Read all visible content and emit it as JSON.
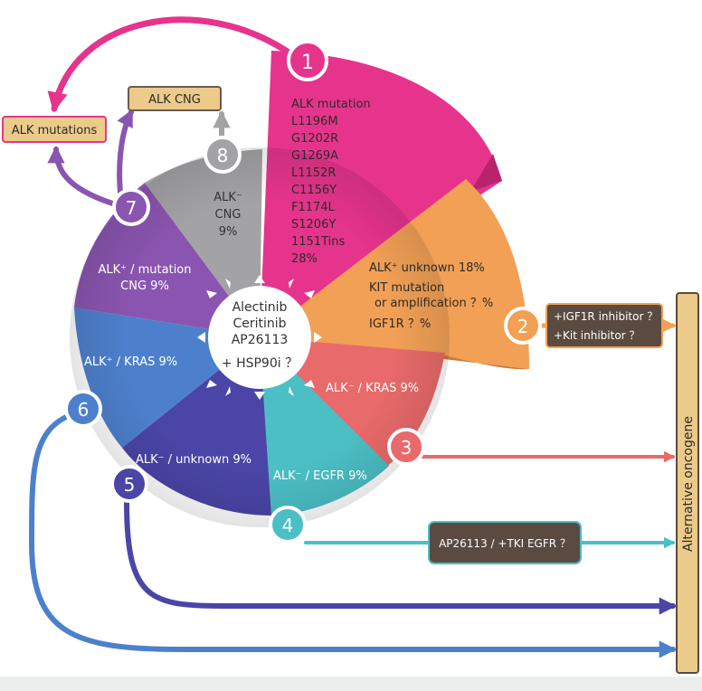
{
  "center": {
    "lines": [
      "Alectinib",
      "Ceritinib",
      "AP26113",
      "+ HSP90i ？"
    ]
  },
  "segments": [
    {
      "number": "1",
      "color": "#e6348d",
      "lines": [
        "ALK mutation",
        "L1196M",
        "G1202R",
        "G1269A",
        "L1152R",
        "C1156Y",
        "F1174L",
        "S1206Y",
        "1151Tins",
        "28%"
      ]
    },
    {
      "number": "2",
      "color": "#f2a055",
      "lines": [
        "ALK⁺ unknown 18%",
        "KIT mutation",
        "or amplification ？%",
        "IGF1R ？%"
      ]
    },
    {
      "number": "3",
      "color": "#e96a6a",
      "lines": [
        "ALK⁻ / KRAS 9%"
      ]
    },
    {
      "number": "4",
      "color": "#4bbfc5",
      "lines": [
        "ALK⁻ / EGFR 9%"
      ]
    },
    {
      "number": "5",
      "color": "#4a45a6",
      "lines": [
        "ALK⁻ / unknown 9%"
      ]
    },
    {
      "number": "6",
      "color": "#4d80cc",
      "lines": [
        "ALK⁺ / KRAS 9%"
      ]
    },
    {
      "number": "7",
      "color": "#8a55b0",
      "lines": [
        "ALK⁺ / mutation",
        "CNG 9%"
      ]
    },
    {
      "number": "8",
      "color": "#a3a3a6",
      "lines": [
        "ALK⁻",
        "CNG",
        "9%"
      ]
    }
  ],
  "boxes": {
    "alk_mutations": "ALK mutations",
    "alk_cng": "ALK CNG",
    "inhibitor_lines": [
      "+IGF1R inhibitor ？",
      "+Kit inhibitor ？"
    ],
    "ap26113_egfr": "AP26113 / +TKI EGFR ？",
    "alternative_oncogene": "Alternative oncogene"
  },
  "colors": {
    "box_fill_tan": "#ecca8a",
    "box_fill_dark": "#5a4a40",
    "pink": "#e6348d",
    "orange": "#f2a055",
    "red": "#e96a6a",
    "teal": "#4bbfc5",
    "indigo": "#4a45a6",
    "blue": "#4d80cc",
    "purple": "#8a55b0",
    "grey": "#a3a3a6"
  }
}
